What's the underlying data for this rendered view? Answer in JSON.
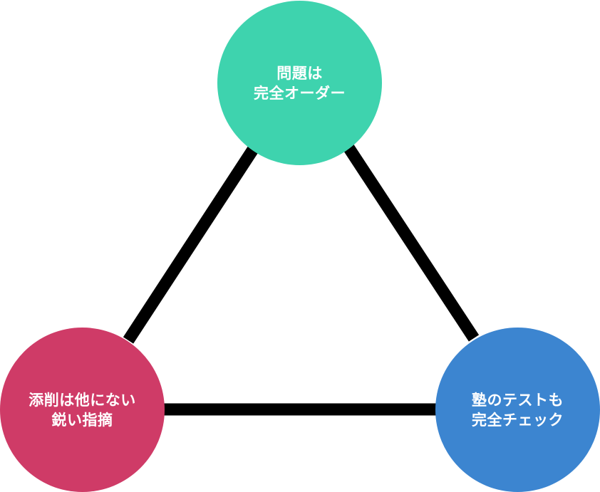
{
  "nodes": {
    "top": {
      "lines": [
        "問題は",
        "完全オーダー"
      ],
      "color": "#3ed3ae"
    },
    "left": {
      "lines": [
        "添削は他にない",
        "鋭い指摘"
      ],
      "color": "#cf3b67"
    },
    "right": {
      "lines": [
        "塾のテストも",
        "完全チェック"
      ],
      "color": "#3c85d0"
    }
  },
  "edge_color": "#000000"
}
